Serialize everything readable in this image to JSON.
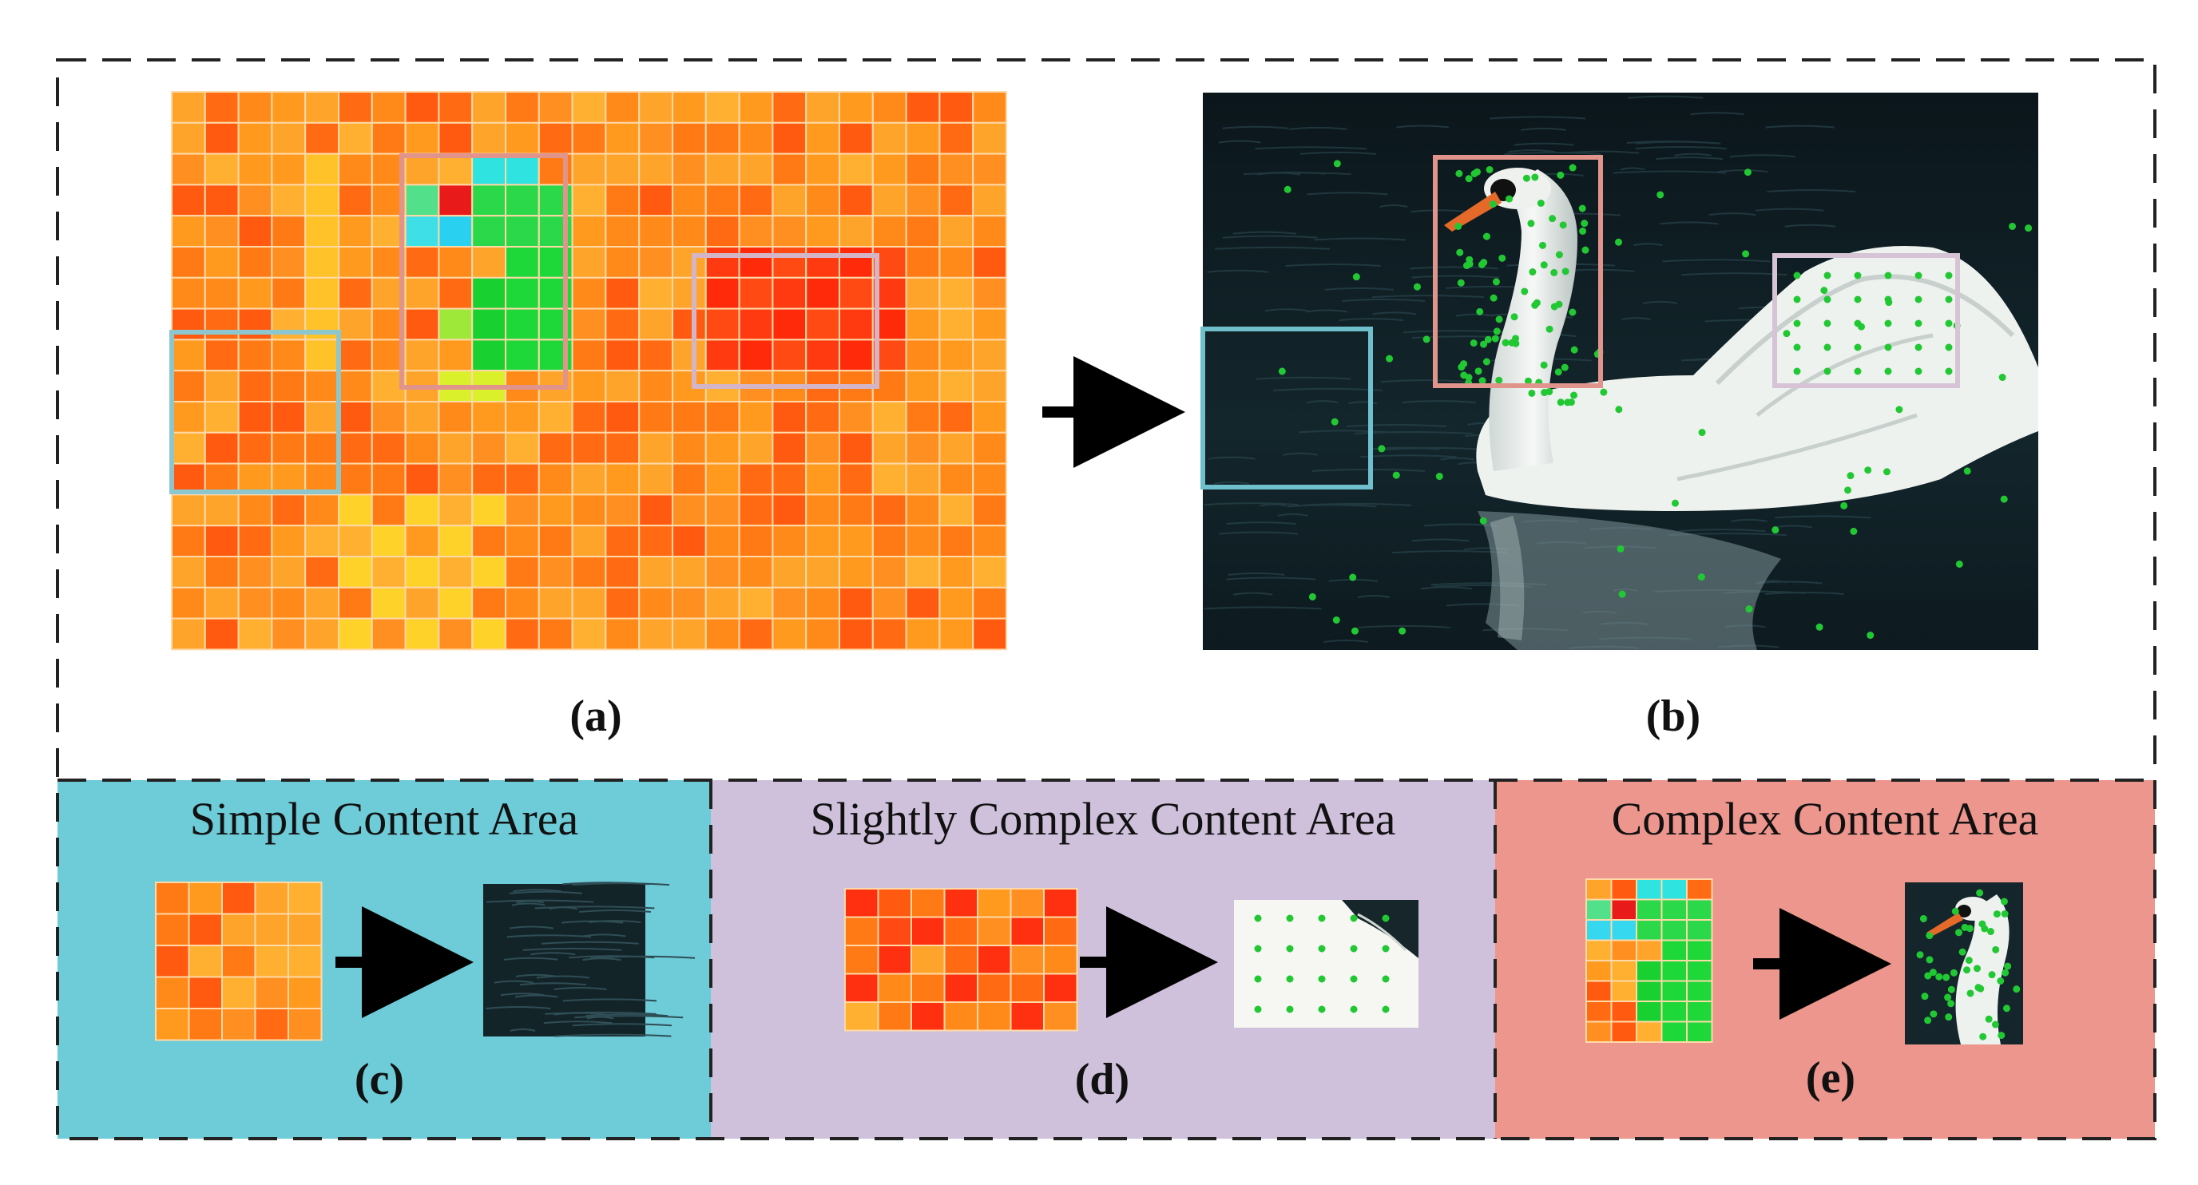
{
  "colors": {
    "simple_panel": "#6ecbd8",
    "slight_panel": "#cfc1dc",
    "complex_panel": "#ec968e",
    "box_simple": "#72bcc9",
    "box_slight": "#c9b3cb",
    "box_complex": "#e0948c",
    "feature_dot": "#22c833",
    "heat_bg": "#ff8a1a",
    "water": "#0e1c22"
  },
  "labels": {
    "a": "(a)",
    "b": "(b)",
    "c": "(c)",
    "d": "(d)",
    "e": "(e)"
  },
  "panels": {
    "simple_title": "Simple Content Area",
    "slight_title": "Slightly Complex Content Area",
    "complex_title": "Complex Content Area"
  }
}
